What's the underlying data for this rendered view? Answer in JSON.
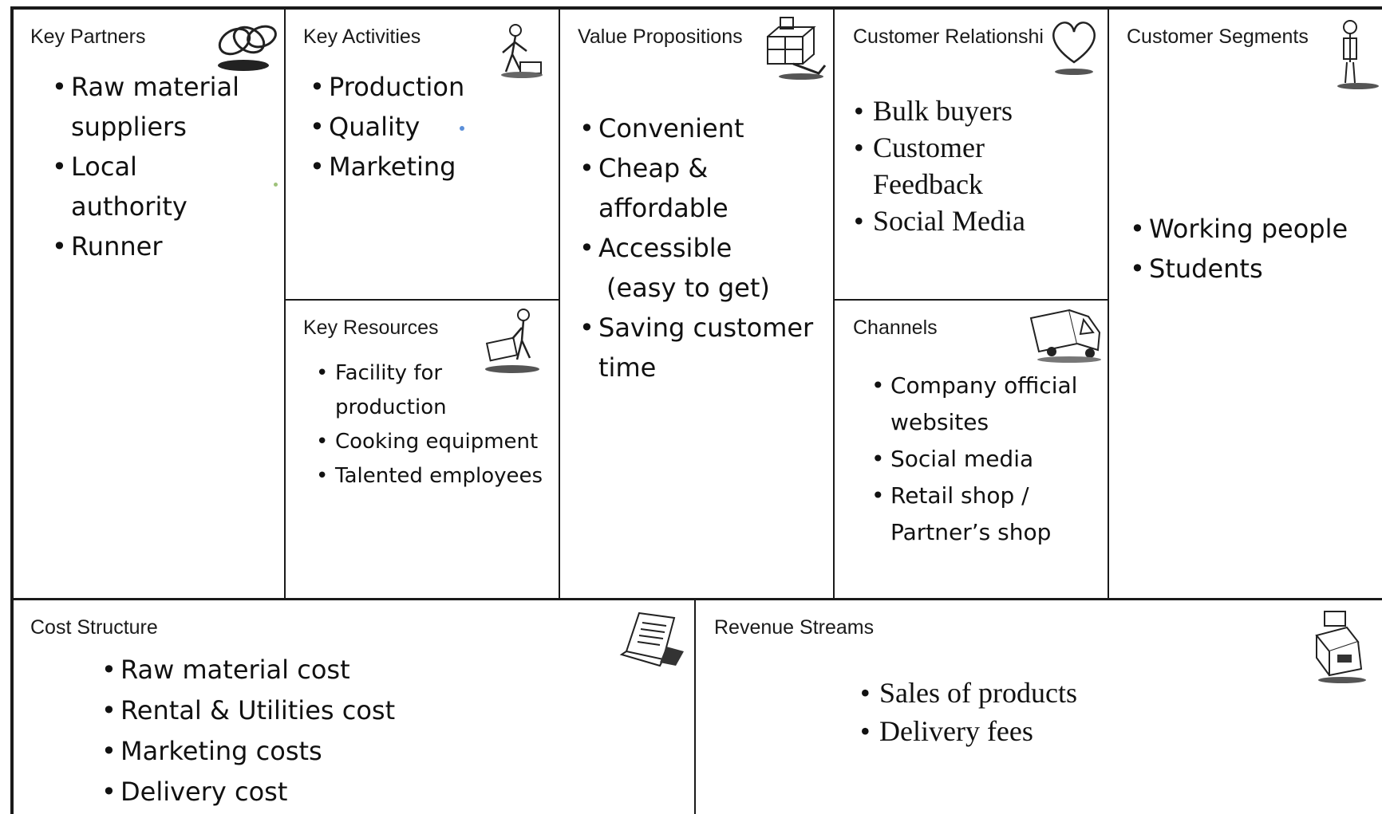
{
  "canvas": {
    "key_partners": {
      "title": "Key Partners",
      "icon": "chain-links-icon",
      "items": [
        "Raw material",
        "suppliers",
        "Local",
        "authority",
        "Runner"
      ]
    },
    "key_activities": {
      "title": "Key Activities",
      "icon": "worker-icon",
      "items": [
        "Production",
        "Quality",
        "Marketing"
      ]
    },
    "key_resources": {
      "title": "Key Resources",
      "icon": "worker-with-cart-icon",
      "items": [
        "Facility for",
        "production",
        "Cooking equipment",
        "Talented employees"
      ]
    },
    "value_propositions": {
      "title": "Value Propositions",
      "icon": "gift-package-icon",
      "items": [
        " Convenient",
        "Cheap &",
        "affordable",
        "Accessible",
        "(easy to get)",
        "Saving customer",
        "time"
      ]
    },
    "customer_relationships": {
      "title": "Customer Relationshi",
      "icon": "heart-icon",
      "items": [
        "Bulk buyers",
        "Customer",
        "Feedback",
        "Social Media"
      ]
    },
    "channels": {
      "title": "Channels",
      "icon": "delivery-truck-icon",
      "items": [
        "Company official",
        "websites",
        "Social media",
        "Retail shop /",
        "Partner’s shop"
      ]
    },
    "customer_segments": {
      "title": "Customer Segments",
      "icon": "person-icon",
      "items": [
        "Working people",
        "Students"
      ]
    },
    "cost_structure": {
      "title": "Cost Structure",
      "icon": "document-icon",
      "items": [
        "Raw material cost",
        "Rental & Utilities cost",
        "Marketing costs",
        "Delivery cost"
      ]
    },
    "revenue_streams": {
      "title": "Revenue Streams",
      "icon": "cash-register-icon",
      "items": [
        "Sales of products",
        "Delivery fees"
      ]
    }
  },
  "colors": {
    "border": "#1a1a1a",
    "text": "#111111",
    "stray_dot_blue": "#5b8fd9",
    "stray_dot_green": "#9ec27a"
  }
}
